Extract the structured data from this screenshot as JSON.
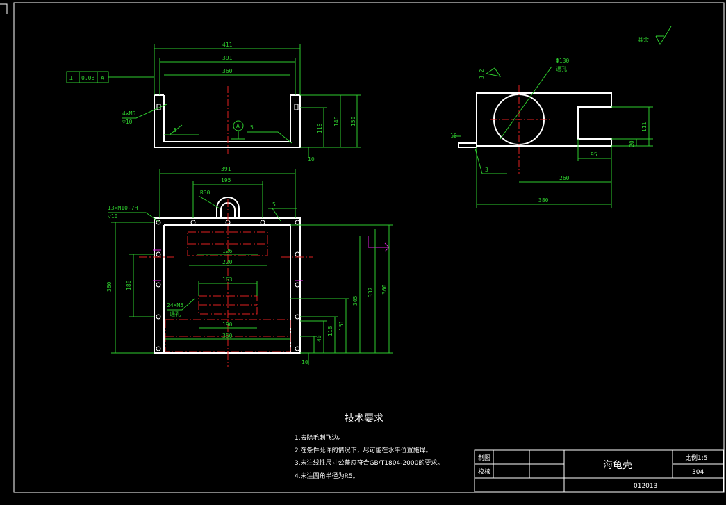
{
  "colors": {
    "background": "#000000",
    "outline": "#ffffff",
    "dimension": "#2ecc2e",
    "centerline": "#e02020",
    "marker": "#e020e0"
  },
  "surface_finish": {
    "label": "其余"
  },
  "top_view": {
    "dims": {
      "width_outer": "411",
      "width_mid": "391",
      "width_inner": "360",
      "height_a": "116",
      "height_b": "146",
      "height_c": "150",
      "base": "10"
    },
    "tolerance": {
      "value": "0.08",
      "datum": "A"
    },
    "holes": {
      "spec": "4×M5",
      "depth": "▽10"
    },
    "weld_left": "5",
    "weld_right": "5",
    "datum_mark": "A"
  },
  "side_view": {
    "dims": {
      "hole_dia": "Φ130",
      "hole_note": "通孔",
      "roughness": "3.2",
      "thickness": "10",
      "slot_height": "111",
      "slot_depth": "20",
      "slot_width": "95",
      "hole_pos": "260",
      "length": "380",
      "weld": "3"
    }
  },
  "plan_view": {
    "dims": {
      "width_top": "391",
      "slot_width": "195",
      "radius": "R30",
      "weld": "5",
      "holes_a": "13×M10-7H",
      "holes_a_depth": "▽10",
      "d126": "126",
      "d220": "220",
      "d163": "163",
      "d190": "190",
      "d350": "350",
      "height_left": "360",
      "d180": "180",
      "holes_b": "24×M5",
      "holes_b_note": "通孔",
      "r305": "305",
      "r337": "337",
      "r360": "360",
      "r151": "151",
      "r118": "118",
      "r40": "40",
      "r10": "10"
    }
  },
  "tech_requirements": {
    "title": "技术要求",
    "items": [
      "1.去除毛刺飞边。",
      "2.在条件允许的情况下，尽可能在水平位置施焊。",
      "3.未注线性尺寸公差应符合GB/T1804-2000的要求。",
      "4.未注圆角半径为R5。"
    ]
  },
  "title_block": {
    "drawn_label": "制图",
    "checked_label": "校核",
    "part_name": "海龟壳",
    "scale_label": "比例1:5",
    "material": "304",
    "drawing_no": "012013"
  }
}
